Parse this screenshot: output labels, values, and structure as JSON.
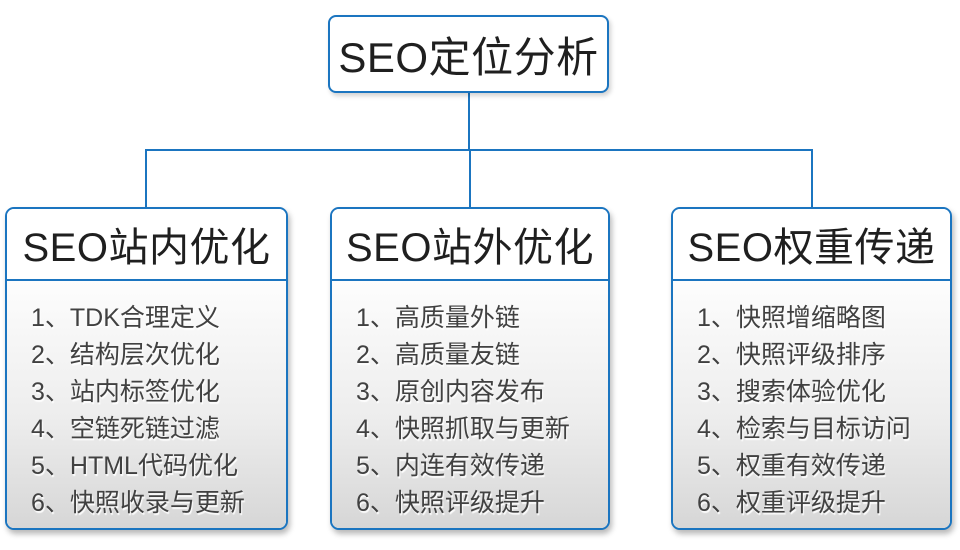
{
  "root": {
    "title": "SEO定位分析"
  },
  "branches": [
    {
      "title": "SEO站内优化",
      "items": [
        "1、TDK合理定义",
        "2、结构层次优化",
        "3、站内标签优化",
        "4、空链死链过滤",
        "5、HTML代码优化",
        "6、快照收录与更新"
      ]
    },
    {
      "title": "SEO站外优化",
      "items": [
        "1、高质量外链",
        "2、高质量友链",
        "3、原创内容发布",
        "4、快照抓取与更新",
        "5、内连有效传递",
        "6、快照评级提升"
      ]
    },
    {
      "title": "SEO权重传递",
      "items": [
        "1、快照增缩略图",
        "2、快照评级排序",
        "3、搜索体验优化",
        "4、检索与目标访问",
        "5、权重有效传递",
        "6、权重评级提升"
      ]
    }
  ],
  "colors": {
    "accent": "#1B75C0",
    "header_text": "#1F1F1F",
    "body_text": "#414141",
    "body_bg_top": "#FDFDFD",
    "body_bg_bottom": "#D6D6D6"
  }
}
